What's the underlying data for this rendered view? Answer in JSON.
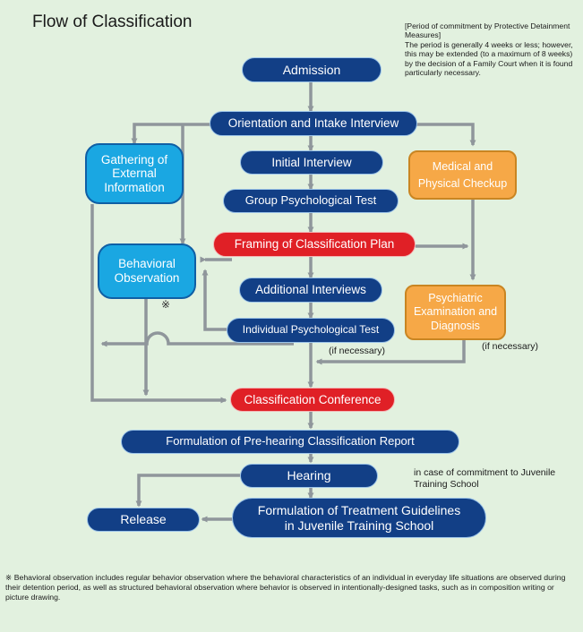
{
  "title": "Flow of Classification",
  "commitment_note": {
    "heading": "[Period of commitment by Protective Detainment Measures]",
    "body": "The period is generally 4 weeks or less; however, this may be extended (to a maximum of 8 weeks) by the decision of a Family Court when it is found particularly necessary."
  },
  "nodes": {
    "admission": "Admission",
    "orientation": "Orientation and Intake Interview",
    "gathering": "Gathering of External Information",
    "initial_interview": "Initial Interview",
    "medical": "Medical and Physical Checkup",
    "group_test": "Group Psychological Test",
    "framing": "Framing of Classification Plan",
    "behavioral": "Behavioral Observation",
    "additional_interviews": "Additional Interviews",
    "psychiatric": "Psychiatric Examination and Diagnosis",
    "individual_test": "Individual Psychological Test",
    "conference": "Classification Conference",
    "prehearing_report": "Formulation of Pre-hearing Classification Report",
    "hearing": "Hearing",
    "release": "Release",
    "treatment": "Formulation of Treatment Guidelines in Juvenile Training School"
  },
  "labels": {
    "if_necessary_1": "(if necessary)",
    "if_necessary_2": "(if necessary)",
    "commitment_case": "in case of commitment to Juvenile Training School",
    "reference_mark": "※"
  },
  "footnote": "※  Behavioral observation includes regular behavior observation where the behavioral characteristics of an individual in everyday life situations are observed during their detention period, as well as structured behavioral observation where behavior is observed in intentionally-designed tasks, such as in composition writing or picture drawing.",
  "colors": {
    "dark_blue": "#123f86",
    "red": "#e02026",
    "light_blue": "#1aa7e2",
    "orange": "#f6a847",
    "arrow_gray": "#8f969b",
    "background": "#e2f1df"
  }
}
